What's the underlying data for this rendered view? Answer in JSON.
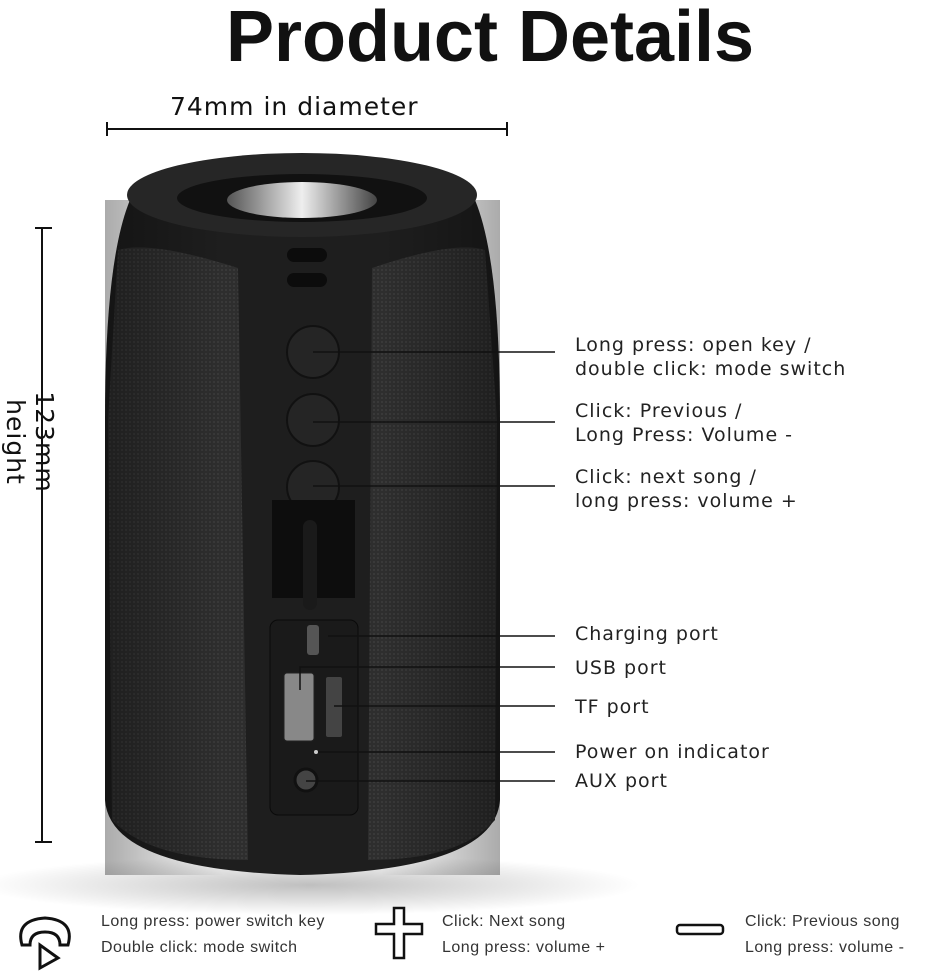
{
  "title": "Product Details",
  "dimensions": {
    "diameter": "74mm in diameter",
    "height": "123mm height"
  },
  "callouts": [
    {
      "line1": "Long press: open key /",
      "line2": "double click: mode switch"
    },
    {
      "line1": "Click: Previous /",
      "line2": "Long Press: Volume -"
    },
    {
      "line1": "Click: next song /",
      "line2": "long press: volume +"
    },
    {
      "line1": "Charging port"
    },
    {
      "line1": "USB port"
    },
    {
      "line1": "TF port"
    },
    {
      "line1": "Power on indicator"
    },
    {
      "line1": "AUX port"
    }
  ],
  "legend": [
    {
      "icon": "phone-play-icon",
      "line1": "Long press: power switch key",
      "line2": "Double click: mode switch"
    },
    {
      "icon": "plus-icon",
      "line1": "Click: Next song",
      "line2": "Long press: volume +"
    },
    {
      "icon": "minus-icon",
      "line1": "Click: Previous song",
      "line2": "Long press: volume -"
    }
  ]
}
